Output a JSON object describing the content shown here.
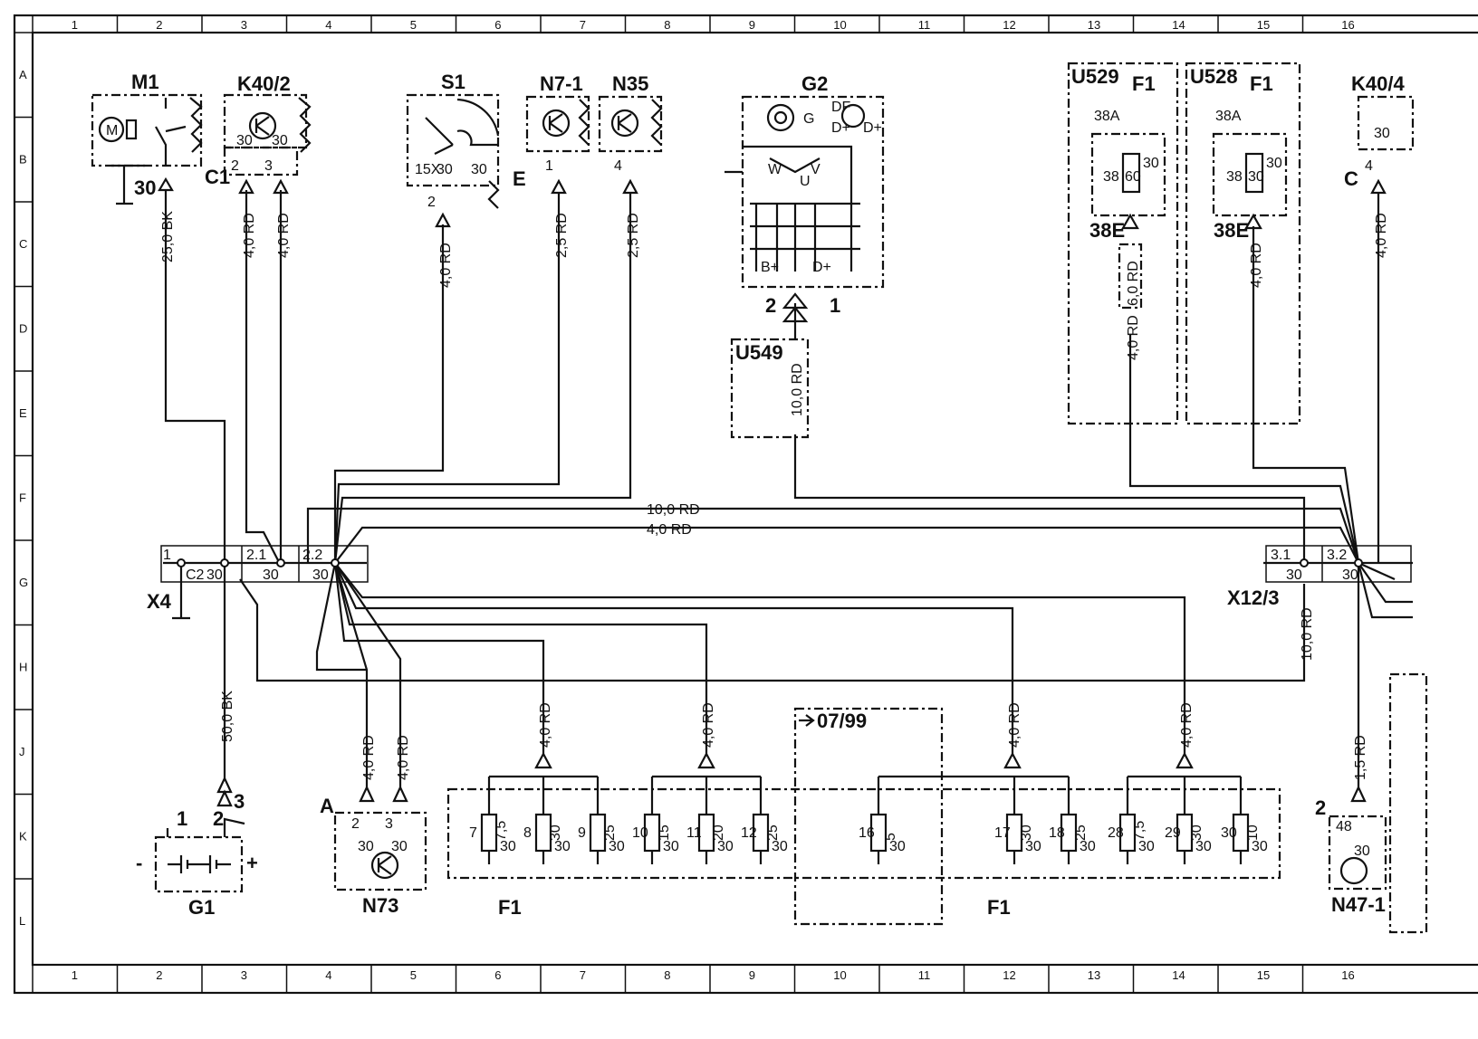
{
  "grid": {
    "columns": [
      "1",
      "2",
      "3",
      "4",
      "5",
      "6",
      "7",
      "8",
      "9",
      "10",
      "11",
      "12",
      "13",
      "14",
      "15",
      "16"
    ],
    "rows": [
      "A",
      "B",
      "C",
      "D",
      "E",
      "F",
      "G",
      "H",
      "J",
      "K",
      "L"
    ]
  },
  "components": {
    "m1": "M1",
    "k40_2": "K40/2",
    "s1": "S1",
    "n7_1": "N7-1",
    "n35": "N35",
    "g2": "G2",
    "u549": "U549",
    "u529": "U529",
    "u528": "U528",
    "f1": "F1",
    "k40_4": "K40/4",
    "x4": "X4",
    "x12_3": "X12/3",
    "g1": "G1",
    "n73": "N73",
    "n47_1": "N47-1",
    "date": "07/99"
  },
  "wires": {
    "m1": "25,0 BK",
    "k40a": "4,0 RD",
    "k40b": "4,0 RD",
    "s1": "4,0 RD",
    "n71": "2,5 RD",
    "n35": "2,5 RD",
    "u549": "10,0 RD",
    "u529a": "6,0 RD",
    "u529b": "4,0 RD",
    "u528": "4,0 RD",
    "k404": "4,0 RD",
    "bus1": "10,0 RD",
    "bus2": "4,0 RD",
    "x12": "10,0 RD",
    "g1": "50,0 BK",
    "n73a": "4,0 RD",
    "n73b": "4,0 RD",
    "f1a": "4,0 RD",
    "f1b": "4,0 RD",
    "f1c": "4,0 RD",
    "f1d": "4,0 RD",
    "n47": "1,5 RD"
  },
  "pins": {
    "m1_30": "30",
    "c1": "C1",
    "k2": "2",
    "k3": "3",
    "k30a": "30",
    "k30b": "30",
    "s1_15x": "15X",
    "s1_30a": "30",
    "s1_30b": "30",
    "s1_2": "2",
    "e": "E",
    "n71_1": "1",
    "n35_4": "4",
    "g2_g": "G",
    "g2_df": "DF",
    "g2_dp": "D+",
    "g2_dp2": "D+",
    "g2_w": "W",
    "g2_v": "V",
    "g2_u": "U",
    "g2_bp": "B+",
    "g2_dp3": "D+",
    "g2_2": "2",
    "g2_1": "1",
    "u529_38a": "38A",
    "u529_38": "38",
    "u529_30": "30",
    "u529_38e": "38E",
    "u528_38a": "38A",
    "u528_38": "38",
    "u528_30": "30",
    "u528_38e": "38E",
    "k404_30": "30",
    "k404_4": "4",
    "k404_c": "C",
    "x4_1": "1",
    "x4_c2": "C2",
    "x4_21": "2.1",
    "x4_22": "2.2",
    "x4_30a": "30",
    "x4_30b": "30",
    "x4_30c": "30",
    "x12_31": "3.1",
    "x12_32": "3.2",
    "x12_30a": "30",
    "x12_30b": "30",
    "g1_1": "1",
    "g1_2": "2",
    "g1_3": "3",
    "g1_minus": "-",
    "g1_plus": "+",
    "n73_a": "A",
    "n73_2": "2",
    "n73_3": "3",
    "n73_30a": "30",
    "n73_30b": "30",
    "n47_2": "2",
    "n47_48": "48",
    "n47_30": "30"
  },
  "fuses": [
    {
      "num": "7",
      "rating": "7,5",
      "term": "30"
    },
    {
      "num": "8",
      "rating": "30",
      "term": "30"
    },
    {
      "num": "9",
      "rating": "25",
      "term": "30"
    },
    {
      "num": "10",
      "rating": "15",
      "term": "30"
    },
    {
      "num": "11",
      "rating": "20",
      "term": "30"
    },
    {
      "num": "12",
      "rating": "25",
      "term": "30"
    },
    {
      "num": "16",
      "rating": "5",
      "term": "30"
    },
    {
      "num": "17",
      "rating": "30",
      "term": "30"
    },
    {
      "num": "18",
      "rating": "25",
      "term": "30"
    },
    {
      "num": "28",
      "rating": "7,5",
      "term": "30"
    },
    {
      "num": "29",
      "rating": "30",
      "term": "30"
    },
    {
      "num": "30",
      "rating": "10",
      "term": "30"
    }
  ],
  "ufuses": {
    "u529": "60",
    "u528": "30"
  },
  "f1_labels": {
    "left": "F1",
    "right": "F1"
  }
}
